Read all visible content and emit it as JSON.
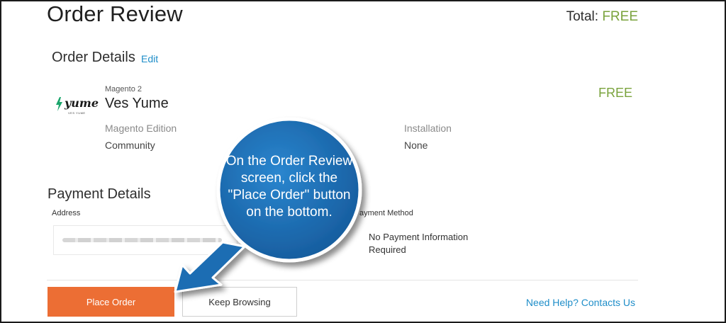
{
  "header": {
    "title": "Order Review",
    "total_label": "Total:",
    "total_value": "FREE"
  },
  "order_details": {
    "heading": "Order Details",
    "edit_label": "Edit",
    "product": {
      "logo_text": "yume",
      "logo_subtext": "VES YUME",
      "vendor": "Magento 2",
      "name": "Ves Yume",
      "price": "FREE",
      "attributes": [
        {
          "label": "Magento Edition",
          "value": "Community"
        },
        {
          "label": "Installation",
          "value": "None"
        }
      ]
    }
  },
  "payment_details": {
    "heading": "Payment Details",
    "address_label": "Address",
    "method_label": "ayment Method",
    "method_value": "No Payment Information Required"
  },
  "actions": {
    "place_order": "Place Order",
    "keep_browsing": "Keep Browsing",
    "help": "Need Help? Contacts Us"
  },
  "callout": {
    "text": "On the Order Review screen, click the \"Place Order\" button on the bottom."
  },
  "colors": {
    "accent_orange": "#ec6e34",
    "price_green": "#7aa33d",
    "link_blue": "#1f8ec9",
    "callout_blue": "#1b6db3"
  }
}
